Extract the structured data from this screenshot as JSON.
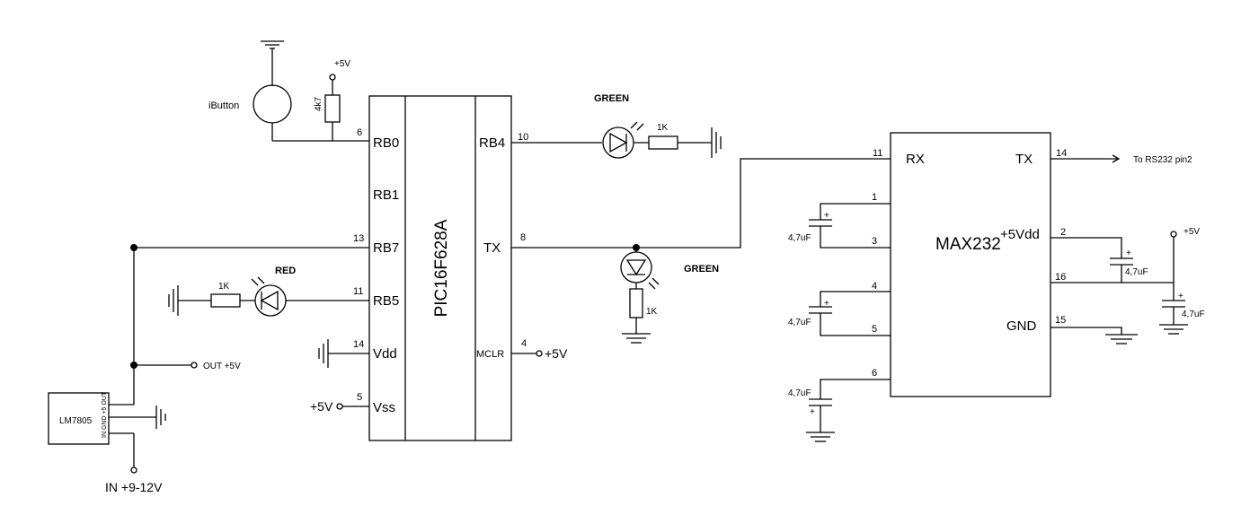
{
  "pic": {
    "name": "PIC16F628A",
    "pins": {
      "rb0": {
        "label": "RB0",
        "num": "6"
      },
      "rb1": {
        "label": "RB1"
      },
      "rb7": {
        "label": "RB7",
        "num": "13"
      },
      "rb5": {
        "label": "RB5",
        "num": "11"
      },
      "vdd": {
        "label": "Vdd",
        "num": "14"
      },
      "vss": {
        "label": "Vss",
        "num": "5"
      },
      "rb4": {
        "label": "RB4",
        "num": "10"
      },
      "tx": {
        "label": "TX",
        "num": "8"
      },
      "mclr": {
        "label": "MCLR",
        "num": "4"
      }
    },
    "vss_supply": "+5V",
    "mclr_supply": "+5V"
  },
  "max232": {
    "name": "MAX232",
    "pins": {
      "rx": {
        "label": "RX",
        "num": "11"
      },
      "tx": {
        "label": "TX",
        "num": "14"
      },
      "vdd": {
        "label": "+5Vdd",
        "num": "2"
      },
      "p16": {
        "num": "16"
      },
      "gnd": {
        "label": "GND",
        "num": "15"
      },
      "p1": {
        "num": "1"
      },
      "p3": {
        "num": "3"
      },
      "p4": {
        "num": "4"
      },
      "p5": {
        "num": "5"
      },
      "p6": {
        "num": "6"
      }
    },
    "tx_dest": "To RS232 pin2",
    "supply": "+5V"
  },
  "components": {
    "ibutton": "iButton",
    "pullup_res": "4k7",
    "pullup_supply": "+5V",
    "led_rb4_label": "GREEN",
    "res_rb4": "1K",
    "led_tx_label": "GREEN",
    "res_tx": "1K",
    "led_rb5_label": "RED",
    "res_rb5": "1K",
    "regulator": "LM7805",
    "reg_pins": "IN GND +5 OUT",
    "reg_out_label": "OUT +5V",
    "input_label": "IN +9-12V",
    "cap_values": [
      "4,7uF",
      "4,7uF",
      "4,7uF",
      "4,7uF",
      "4,7uF"
    ],
    "cap_plus": "+"
  }
}
